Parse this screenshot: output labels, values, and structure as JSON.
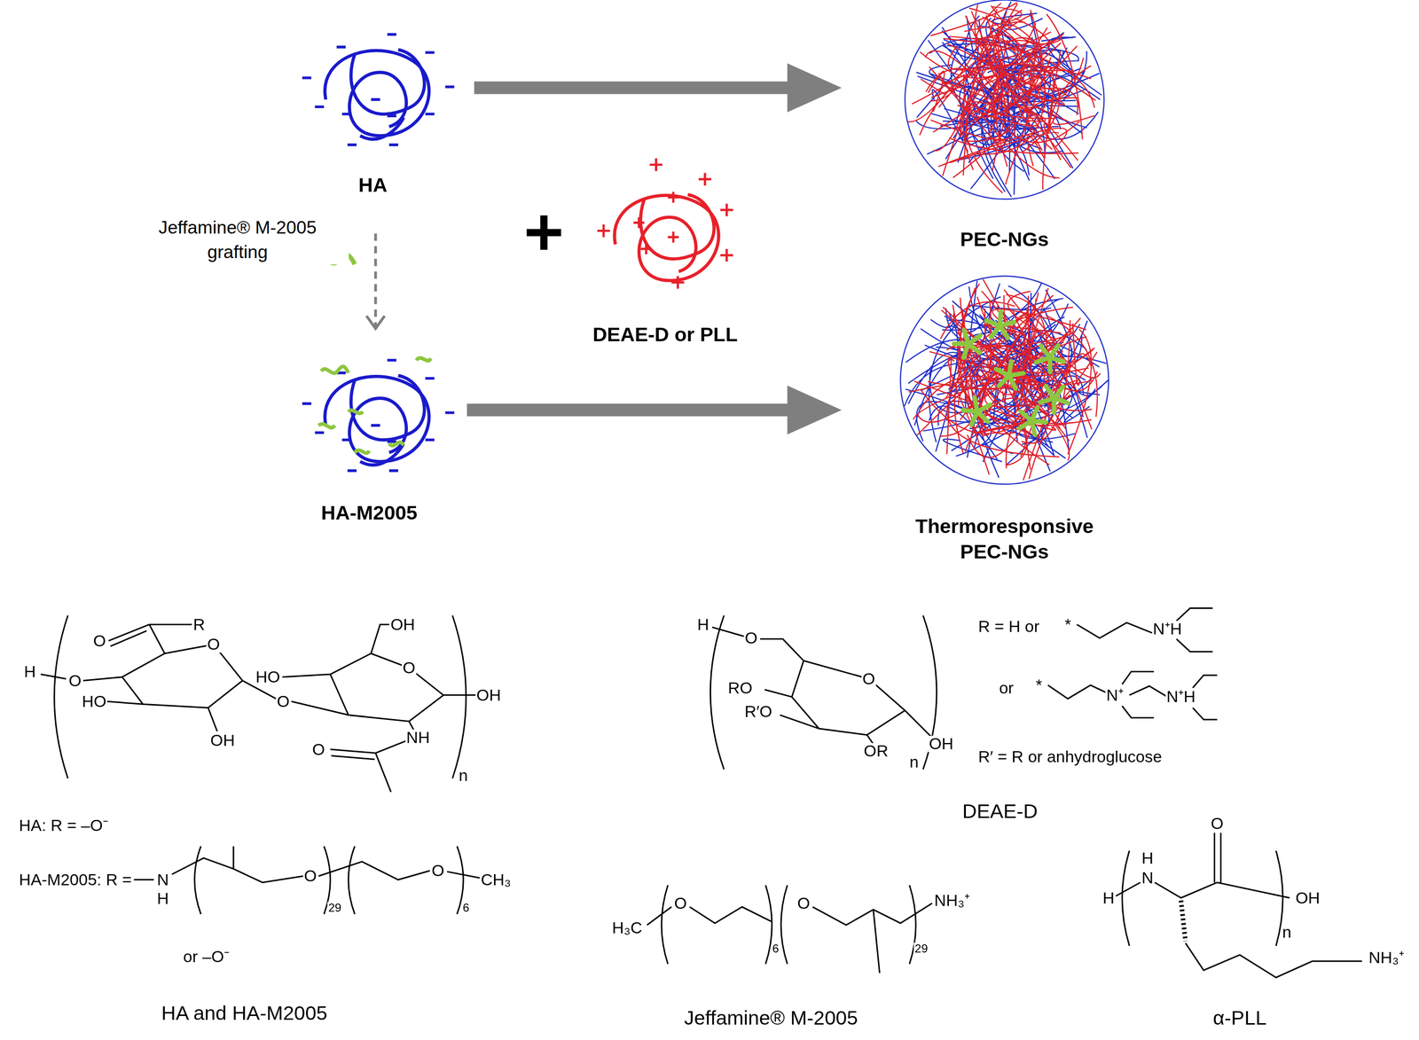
{
  "diagram": {
    "nodes": [
      {
        "text": [
          "HA"
        ]
      },
      {
        "text": [
          "PEC-NGs"
        ]
      },
      {
        "text": [
          "DEAE-D or PLL"
        ]
      },
      {
        "text": [
          "HA-M2005"
        ]
      },
      {
        "text": [
          "Thermoresponsive PEC-NGs"
        ]
      }
    ],
    "edges": [
      {
        "from": 0,
        "to": 1,
        "arrow": "to"
      },
      {
        "from": 0,
        "to": 3,
        "arrow": "to",
        "label": "Jeffamine® M-2005 grafting"
      },
      {
        "from": 3,
        "to": 4,
        "arrow": "to"
      }
    ],
    "labels": [
      "R",
      "O",
      "O",
      "OH",
      "H",
      "O",
      "HO",
      "HO",
      "O",
      "O",
      "OH",
      "OH",
      "O",
      "NH",
      "n",
      "HA: R = –O⁻",
      "HA-M2005: R =",
      "N",
      "H",
      "O",
      "29",
      "O",
      "6",
      "CH₃",
      "or –O⁻",
      "HA and HA-M2005",
      "H",
      "O",
      "RO",
      "R′O",
      "O",
      "OR",
      "OH",
      "n",
      "R = H or",
      "*",
      "N⁺H",
      "or",
      "*",
      "N⁺",
      "N⁺H",
      "R′ = R or anhydroglucose",
      "DEAE-D",
      "H₃C",
      "O",
      "6",
      "O",
      "29",
      "NH₃⁺",
      "Jeffamine® M-2005",
      "H",
      "N",
      "H",
      "O",
      "OH",
      "n",
      "NH₃⁺",
      "α-PLL"
    ]
  }
}
